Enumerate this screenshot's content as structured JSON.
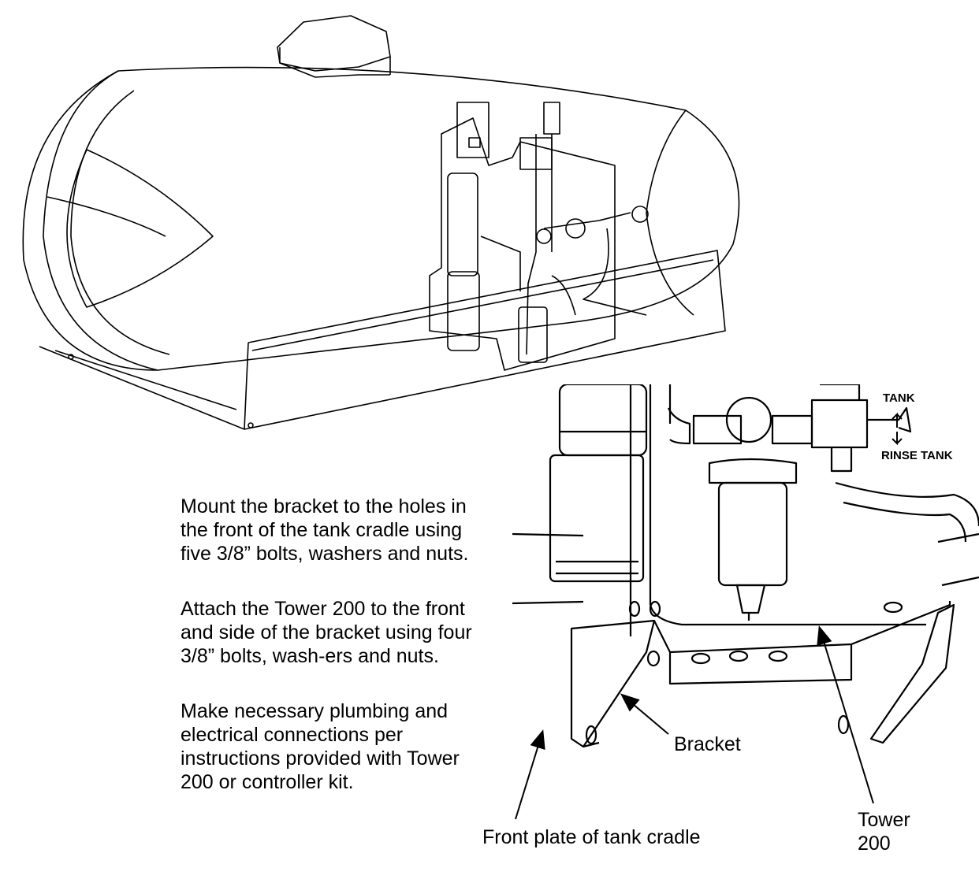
{
  "instructions": [
    "Mount the bracket to the holes in the front of the tank cradle using five 3/8” bolts, washers and nuts.",
    "Attach the Tower 200 to the front and side of the bracket using four 3/8” bolts, wash-ers and nuts.",
    "Make necessary plumbing and electrical connections per instructions provided with Tower 200 or controller kit."
  ],
  "callouts": {
    "bracket": "Bracket",
    "front_plate": "Front plate of tank cradle",
    "tower": "Tower 200"
  },
  "detail_labels": {
    "tank": "TANK",
    "rinse_tank": "RINSE TANK"
  }
}
